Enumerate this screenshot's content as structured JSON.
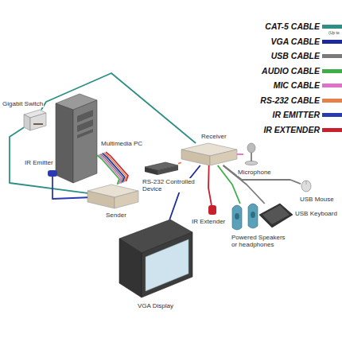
{
  "diagram": {
    "nodes": [
      {
        "text": [
          "Gigabit Switch"
        ]
      },
      {
        "text": [
          "Multimedia PC"
        ]
      },
      {
        "text": [
          "IR Emitter"
        ]
      },
      {
        "text": [
          "Sender"
        ]
      },
      {
        "text": [
          "Receiver"
        ]
      },
      {
        "text": [
          "RS-232 Controlled Device"
        ]
      },
      {
        "text": [
          "Microphone"
        ]
      },
      {
        "text": [
          "USB Mouse"
        ]
      },
      {
        "text": [
          "USB Keyboard"
        ]
      },
      {
        "text": [
          "IR Extender"
        ]
      },
      {
        "text": [
          "Powered Speakers or headphones"
        ]
      },
      {
        "text": [
          "VGA Display"
        ]
      }
    ],
    "edges": [
      {
        "from": 0,
        "to": 3,
        "arrow": "none"
      },
      {
        "from": 0,
        "to": 4,
        "arrow": "none"
      },
      {
        "from": 1,
        "to": 3,
        "arrow": "none"
      },
      {
        "from": 2,
        "to": 3,
        "arrow": "none"
      },
      {
        "from": 4,
        "to": 5,
        "arrow": "none"
      },
      {
        "from": 4,
        "to": 6,
        "arrow": "none"
      },
      {
        "from": 4,
        "to": 7,
        "arrow": "none"
      },
      {
        "from": 4,
        "to": 8,
        "arrow": "none"
      },
      {
        "from": 4,
        "to": 9,
        "arrow": "none"
      },
      {
        "from": 4,
        "to": 10,
        "arrow": "none"
      },
      {
        "from": 4,
        "to": 11,
        "arrow": "none"
      }
    ],
    "labels": [
      "(Up to"
    ],
    "legend": [
      {
        "text": "CAT-5 CABLE",
        "color": "#2f8f86"
      },
      {
        "text": "VGA CABLE",
        "color": "#1c2a9c"
      },
      {
        "text": "USB CABLE",
        "color": "#7a7a7a"
      },
      {
        "text": "AUDIO CABLE",
        "color": "#3fae49"
      },
      {
        "text": "MIC CABLE",
        "color": "#e070c8"
      },
      {
        "text": "RS-232 CABLE",
        "color": "#e8804a"
      },
      {
        "text": "IR EMITTER",
        "color": "#2a3ab0"
      },
      {
        "text": "IR EXTENDER",
        "color": "#c8202c"
      }
    ]
  }
}
